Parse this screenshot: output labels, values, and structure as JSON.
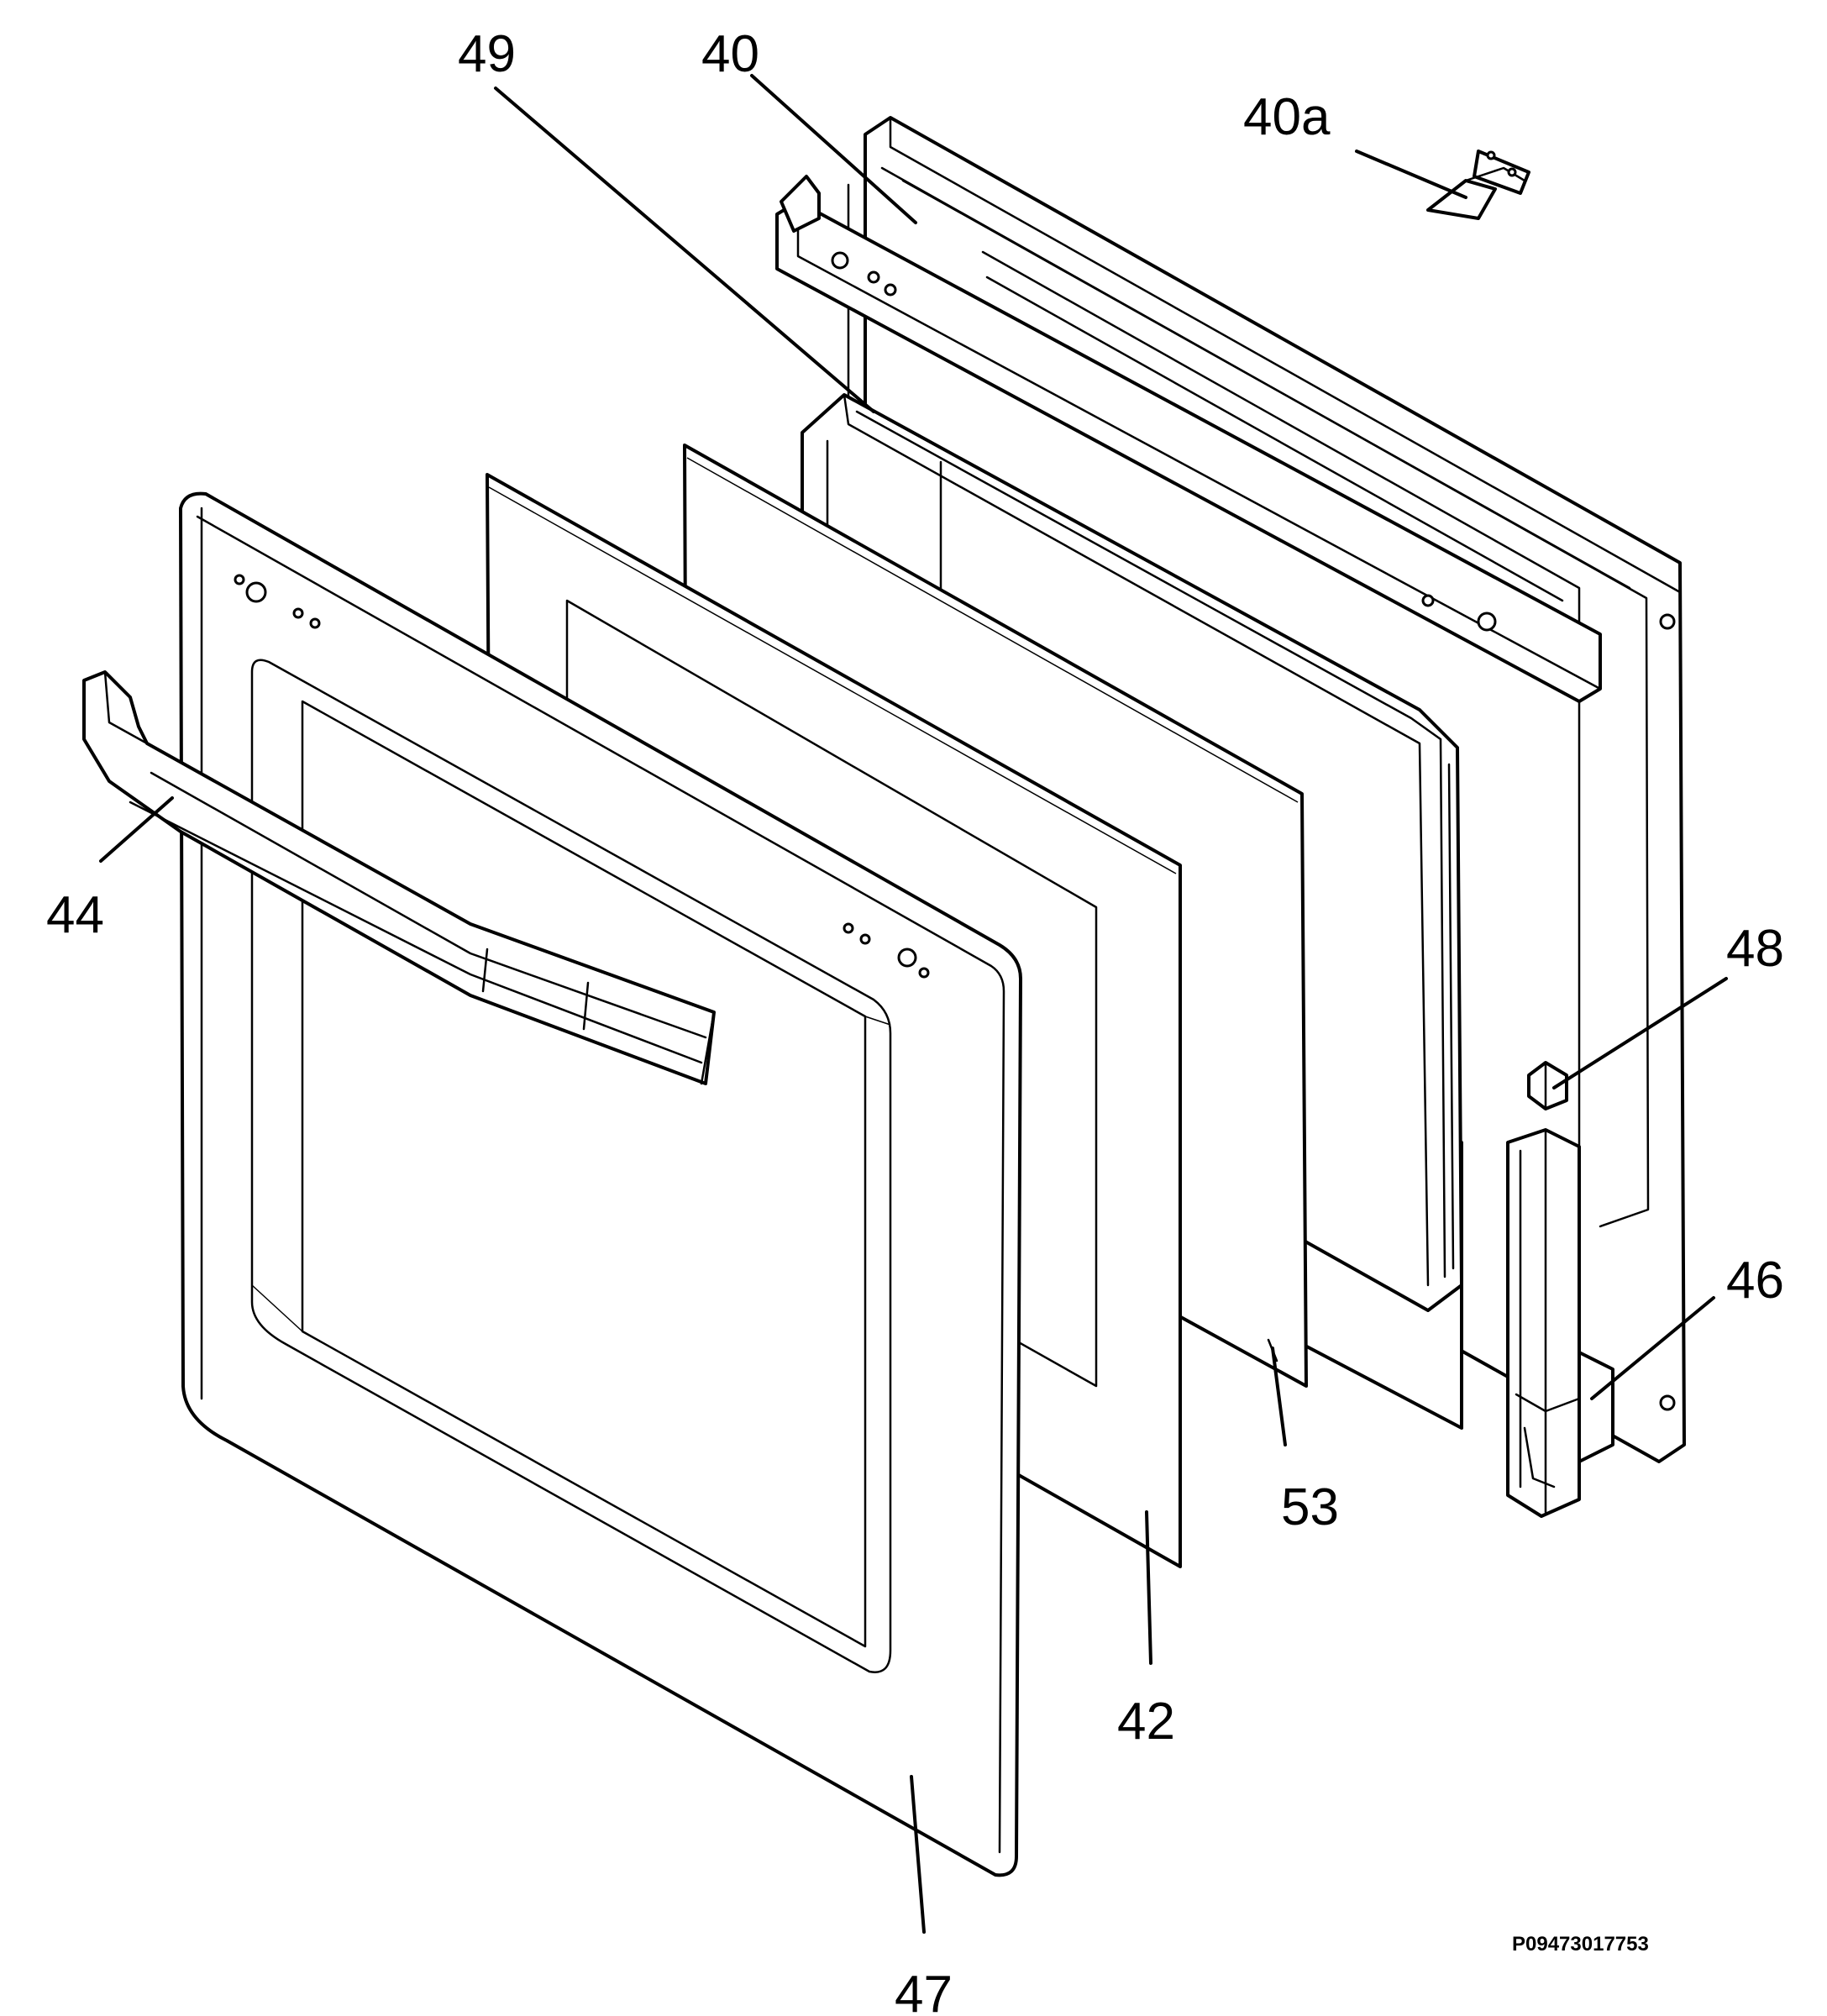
{
  "callouts": {
    "c49": "49",
    "c40": "40",
    "c40a": "40a",
    "c44": "44",
    "c48": "48",
    "c46": "46",
    "c53": "53",
    "c42": "42",
    "c47": "47"
  },
  "drawing_code": "P09473017753"
}
